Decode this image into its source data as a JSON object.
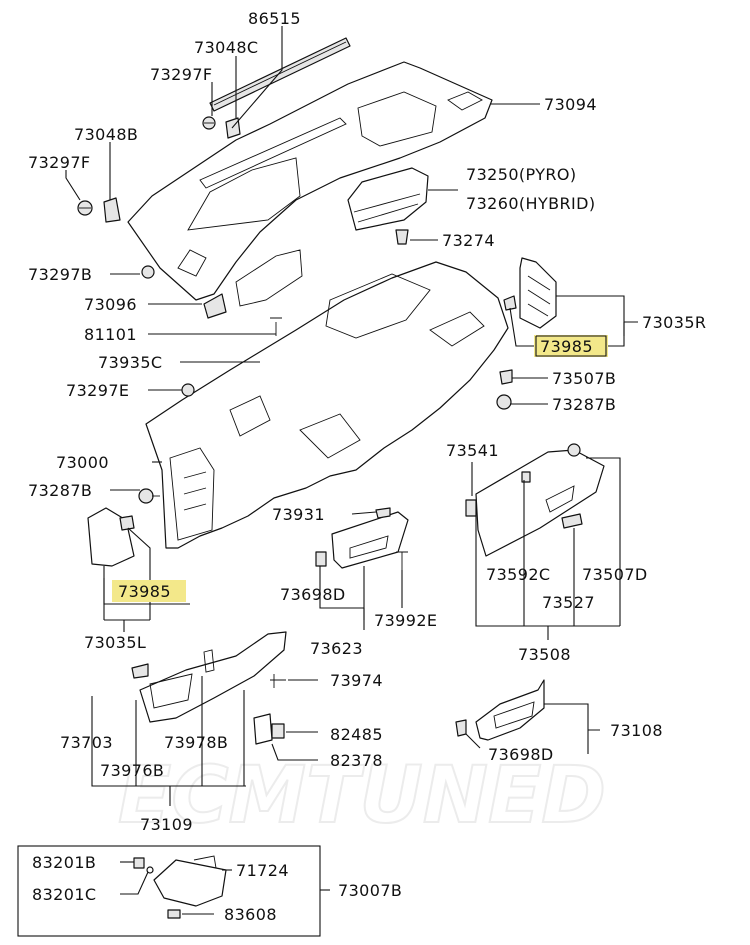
{
  "watermark": "ECMTUNED",
  "colors": {
    "highlight": "#f3e88a",
    "line": "#111111",
    "watermark": "#ececec"
  },
  "labels": {
    "p86515": "86515",
    "p73048c": "73048C",
    "p73297f_top": "73297F",
    "p73048b": "73048B",
    "p73297f_left": "73297F",
    "p73094": "73094",
    "p73250": "73250(PYRO)",
    "p73260": "73260(HYBRID)",
    "p73274": "73274",
    "p73297b": "73297B",
    "p73096": "73096",
    "p81101": "81101",
    "p73935c": "73935C",
    "p73297e": "73297E",
    "p73035r": "73035R",
    "p73985_r": "73985",
    "p73507b": "73507B",
    "p73287b_r": "73287B",
    "p73000": "73000",
    "p73287b_l": "73287B",
    "p73985_l": "73985",
    "p73035l": "73035L",
    "p73541": "73541",
    "p73931": "73931",
    "p73698d_mid": "73698D",
    "p73992e": "73992E",
    "p73623": "73623",
    "p73592c": "73592C",
    "p73507d": "73507D",
    "p73527": "73527",
    "p73508": "73508",
    "p73974": "73974",
    "p73703": "73703",
    "p73978b": "73978B",
    "p82485": "82485",
    "p82378": "82378",
    "p73976b": "73976B",
    "p73109": "73109",
    "p73108": "73108",
    "p73698d_r": "73698D",
    "p83201b": "83201B",
    "p83201c": "83201C",
    "p71724": "71724",
    "p83608": "83608",
    "p73007b": "73007B"
  }
}
